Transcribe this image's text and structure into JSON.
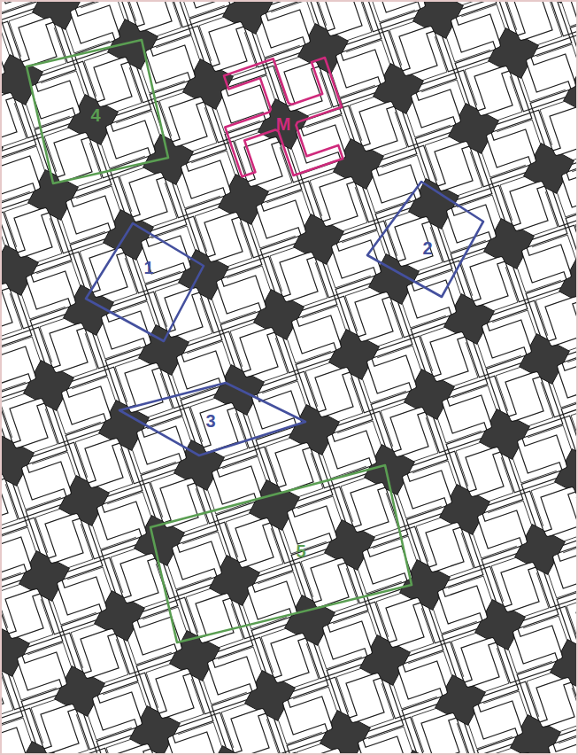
{
  "diagram": {
    "nodes": [
      {
        "text": [
          "4"
        ]
      },
      {
        "text": [
          "M"
        ]
      },
      {
        "text": [
          "2"
        ]
      },
      {
        "text": [
          "1"
        ]
      },
      {
        "text": [
          "3"
        ]
      },
      {
        "text": [
          "5"
        ]
      }
    ]
  }
}
